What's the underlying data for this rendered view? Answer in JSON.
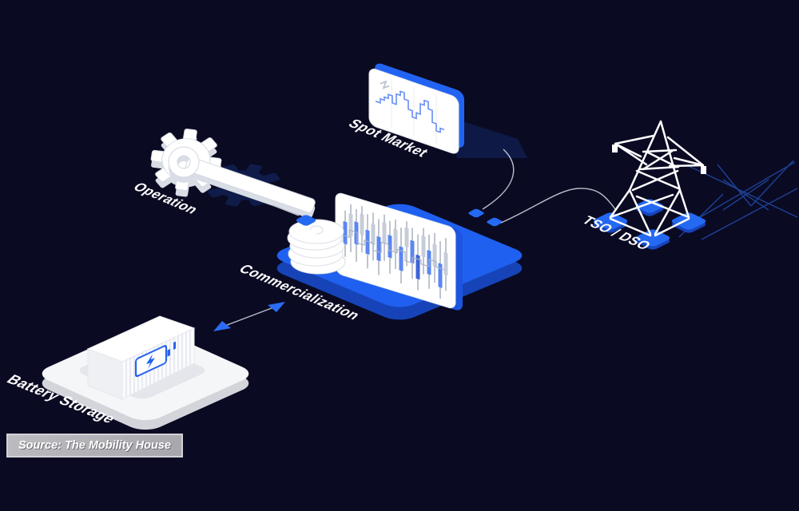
{
  "nodes": {
    "operation": {
      "label": "Operation",
      "icon": "gear-wrench-icon"
    },
    "spot_market": {
      "label": "Spot Market",
      "icon": "price-step-chart-icon"
    },
    "commercialization": {
      "label": "Commercialization",
      "icon": "candlestick-chart-icon"
    },
    "tso_dso": {
      "label": "TSO / DSO",
      "icon": "transmission-tower-icon"
    },
    "battery_storage": {
      "label": "Battery Storage",
      "icon": "battery-container-icon"
    }
  },
  "connectors": {
    "operation_to_commercialization": "line-with-node-tile",
    "spot_market_to_commercialization": "curved-line-with-node-tile",
    "commercialization_to_tso_dso": "curved-line-with-node-tile",
    "battery_storage_commercialization": "double-headed-arrow"
  },
  "source_note": "Source: The Mobility House",
  "colors": {
    "background": "#0a0a23",
    "accent_blue": "#2060f0",
    "accent_blue_dark": "#1644bc",
    "shadow_navy": "#0f1c4a",
    "wire_gray": "#b9bfc8",
    "white": "#ffffff"
  }
}
